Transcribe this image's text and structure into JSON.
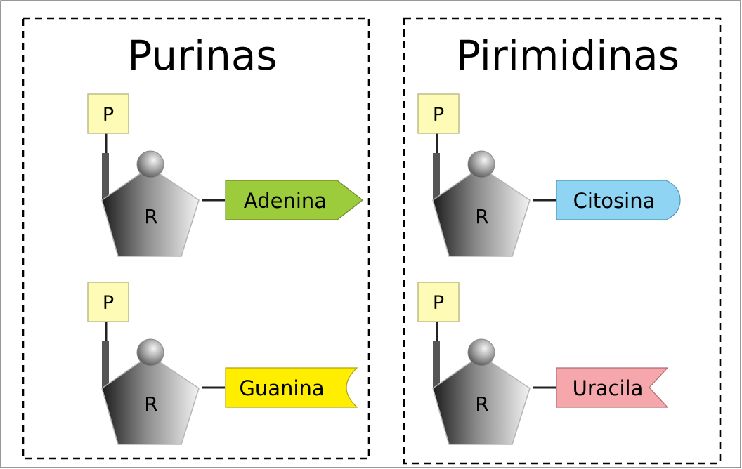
{
  "colors": {
    "phosphate_fill": "#fdfbb5",
    "adenina": "#9ccb3b",
    "guanina": "#ffee00",
    "citosina": "#8fd5f3",
    "uracila": "#f5a7ab"
  },
  "panels": [
    {
      "title": "Purinas",
      "nucleotides": [
        {
          "phosphate": "P",
          "sugar": "R",
          "base": "Adenina",
          "base_shape": "arrow-point"
        },
        {
          "phosphate": "P",
          "sugar": "R",
          "base": "Guanina",
          "base_shape": "notch-round"
        }
      ]
    },
    {
      "title": "Pirimidinas",
      "nucleotides": [
        {
          "phosphate": "P",
          "sugar": "R",
          "base": "Citosina",
          "base_shape": "rounded-point"
        },
        {
          "phosphate": "P",
          "sugar": "R",
          "base": "Uracila",
          "base_shape": "notch-v"
        }
      ]
    }
  ]
}
